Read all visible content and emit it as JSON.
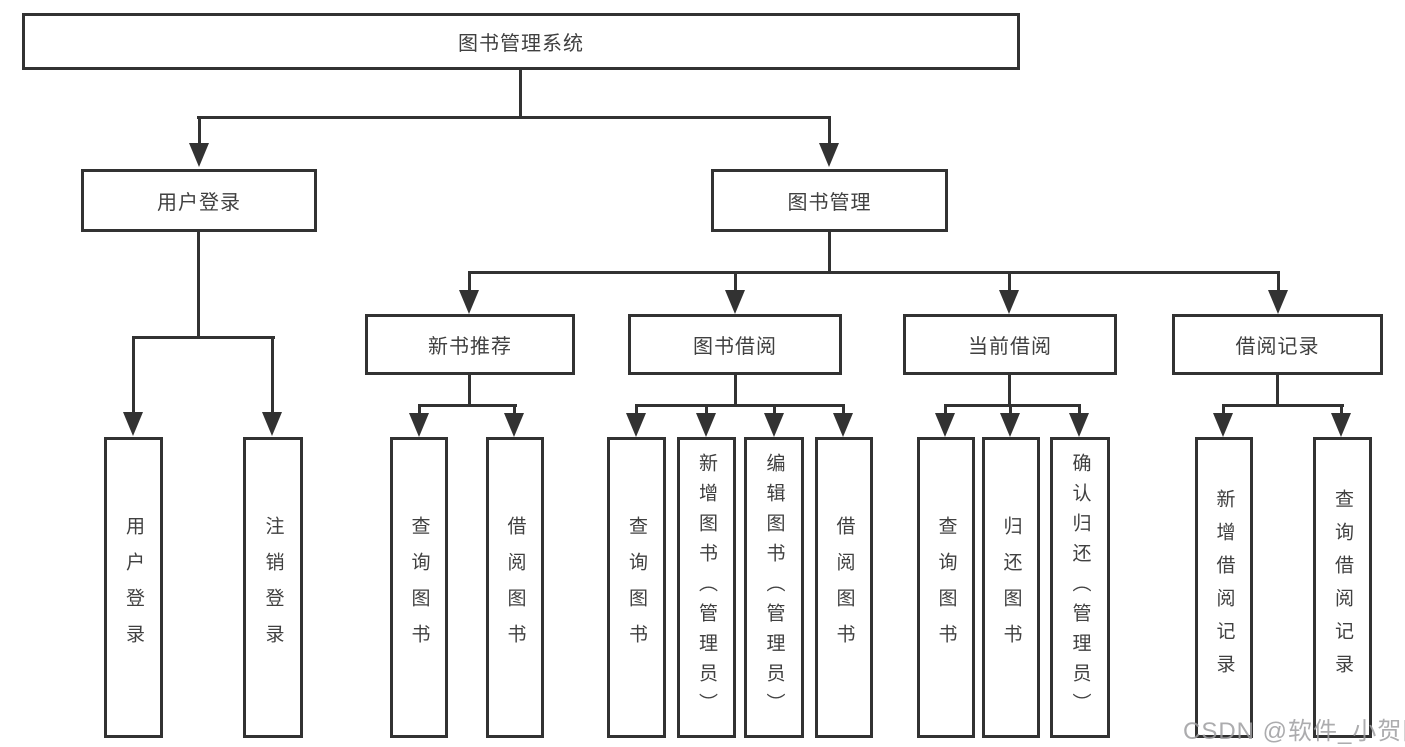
{
  "diagram_title": "图书管理系统",
  "nodes": {
    "root": "图书管理系统",
    "user_login": "用户登录",
    "book_mgmt": "图书管理",
    "new_book_rec": "新书推荐",
    "book_borrow": "图书借阅",
    "current_borrow": "当前借阅",
    "borrow_record": "借阅记录",
    "ul_user_login": "用户登录",
    "ul_logout": "注销登录",
    "nb_query_book": "查询图书",
    "nb_borrow_book": "借阅图书",
    "bb_query_book": "查询图书",
    "bb_add_book_admin": "新增图书（管理员）",
    "bb_edit_book_admin": "编辑图书（管理员）",
    "bb_borrow_book": "借阅图书",
    "cb_query_book": "查询图书",
    "cb_return_book": "归还图书",
    "cb_confirm_return_admin": "确认归还（管理员）",
    "br_add_record": "新增借阅记录",
    "br_query_record": "查询借阅记录"
  },
  "hierarchy": {
    "label": "图书管理系统",
    "children": [
      {
        "label": "用户登录",
        "children": [
          {
            "label": "用户登录"
          },
          {
            "label": "注销登录"
          }
        ]
      },
      {
        "label": "图书管理",
        "children": [
          {
            "label": "新书推荐",
            "children": [
              {
                "label": "查询图书"
              },
              {
                "label": "借阅图书"
              }
            ]
          },
          {
            "label": "图书借阅",
            "children": [
              {
                "label": "查询图书"
              },
              {
                "label": "新增图书（管理员）"
              },
              {
                "label": "编辑图书（管理员）"
              },
              {
                "label": "借阅图书"
              }
            ]
          },
          {
            "label": "当前借阅",
            "children": [
              {
                "label": "查询图书"
              },
              {
                "label": "归还图书"
              },
              {
                "label": "确认归还（管理员）"
              }
            ]
          },
          {
            "label": "借阅记录",
            "children": [
              {
                "label": "新增借阅记录"
              },
              {
                "label": "查询借阅记录"
              }
            ]
          }
        ]
      }
    ]
  },
  "watermark": {
    "text": "CSDN @软件_小贺同学"
  },
  "colors": {
    "line": "#323232",
    "text": "#404040",
    "watermark": "#9e9ea0",
    "background": "#ffffff"
  }
}
